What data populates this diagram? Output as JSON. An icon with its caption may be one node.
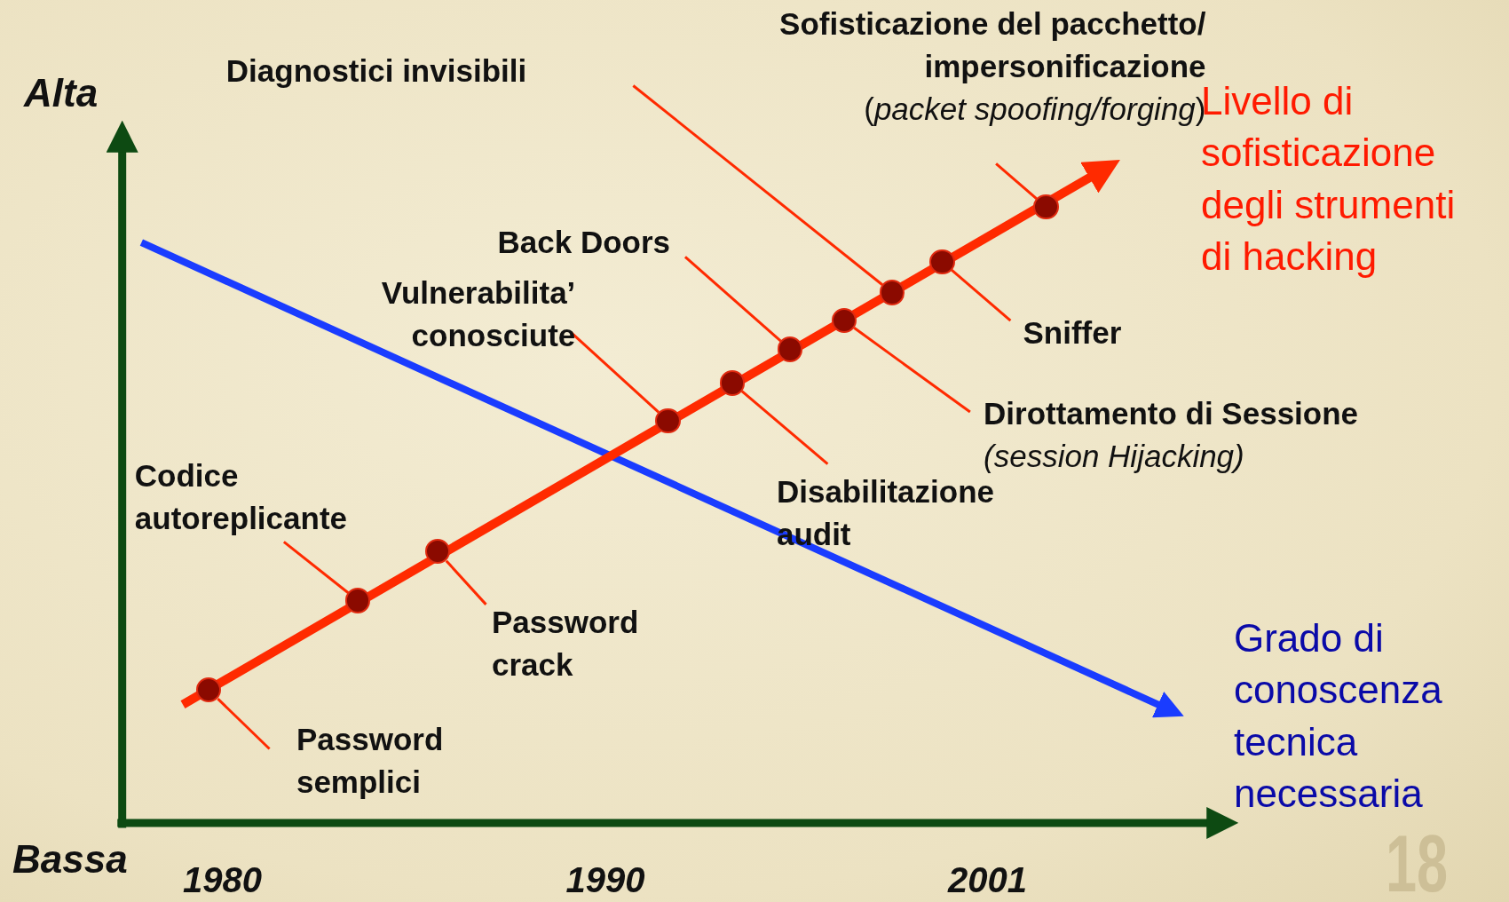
{
  "diagram": {
    "nodes": [
      {
        "text": [
          "Password semplici"
        ]
      },
      {
        "text": [
          "Codice autoreplicante"
        ]
      },
      {
        "text": [
          "Password crack"
        ]
      },
      {
        "text": [
          "Vulnerabilita’ conosciute"
        ]
      },
      {
        "text": [
          "Disabilitazione audit"
        ]
      },
      {
        "text": [
          "Back Doors"
        ]
      },
      {
        "text": [
          "Dirottamento di Sessione",
          "(session Hijacking)"
        ]
      },
      {
        "text": [
          "Diagnostici invisibili"
        ]
      },
      {
        "text": [
          "Sniffer"
        ]
      },
      {
        "text": [
          "Sofisticazione del pacchetto/ impersonificazione",
          "(*packet spoofing/forging*)"
        ]
      },
      {
        "text": [],
        "shape": "circle"
      },
      {
        "text": [],
        "shape": "circle"
      },
      {
        "text": [],
        "shape": "circle"
      },
      {
        "text": [],
        "shape": "circle"
      },
      {
        "text": [],
        "shape": "circle"
      },
      {
        "text": [],
        "shape": "circle"
      },
      {
        "text": [],
        "shape": "circle"
      },
      {
        "text": [],
        "shape": "circle"
      },
      {
        "text": [],
        "shape": "circle"
      },
      {
        "text": [],
        "shape": "circle"
      }
    ],
    "edges": [
      {
        "from": 0,
        "to": 10,
        "arrow": "none"
      },
      {
        "from": 1,
        "to": 11,
        "arrow": "none"
      },
      {
        "from": 2,
        "to": 12,
        "arrow": "none"
      },
      {
        "from": 3,
        "to": 13,
        "arrow": "none"
      },
      {
        "from": 4,
        "to": 14,
        "arrow": "none"
      },
      {
        "from": 5,
        "to": 15,
        "arrow": "none"
      },
      {
        "from": 6,
        "to": 16,
        "arrow": "none"
      },
      {
        "from": 7,
        "to": 17,
        "arrow": "none"
      },
      {
        "from": 8,
        "to": 18,
        "arrow": "none"
      },
      {
        "from": 9,
        "to": 19,
        "arrow": "none"
      }
    ],
    "labels": [
      "Alta",
      "Livello di sofisticazione degli strumenti di hacking",
      "Grado di conoscenza tecnica necessaria",
      "Bassa",
      "1980",
      "1990",
      "2001",
      "18"
    ]
  }
}
